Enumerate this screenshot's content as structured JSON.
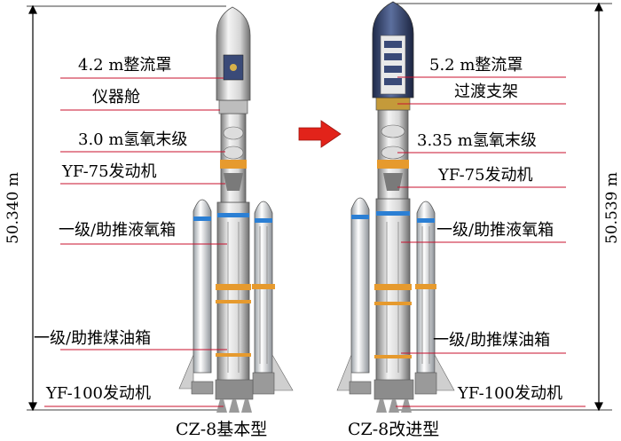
{
  "left_rocket": {
    "caption": "CZ-8基本型",
    "height_label": "50.340 m",
    "labels": [
      "4.2 m整流罩",
      "仪器舱",
      "3.0 m氢氧末级",
      "YF-75发动机",
      "一级/助推液氧箱",
      "一级/助推煤油箱",
      "YF-100发动机"
    ]
  },
  "right_rocket": {
    "caption": "CZ-8改进型",
    "height_label": "50.539 m",
    "labels": [
      "5.2 m整流罩",
      "过渡支架",
      "3.35 m氢氧末级",
      "YF-75发动机",
      "一级/助推液氧箱",
      "一级/助推煤油箱",
      "YF-100发动机"
    ]
  },
  "colors": {
    "leader_line": "#c8102e",
    "arrow": "#e2231a",
    "tank_band": "#2b7fd4",
    "interstage": "#e69a2e",
    "fairing_right": "#3a4a78"
  }
}
